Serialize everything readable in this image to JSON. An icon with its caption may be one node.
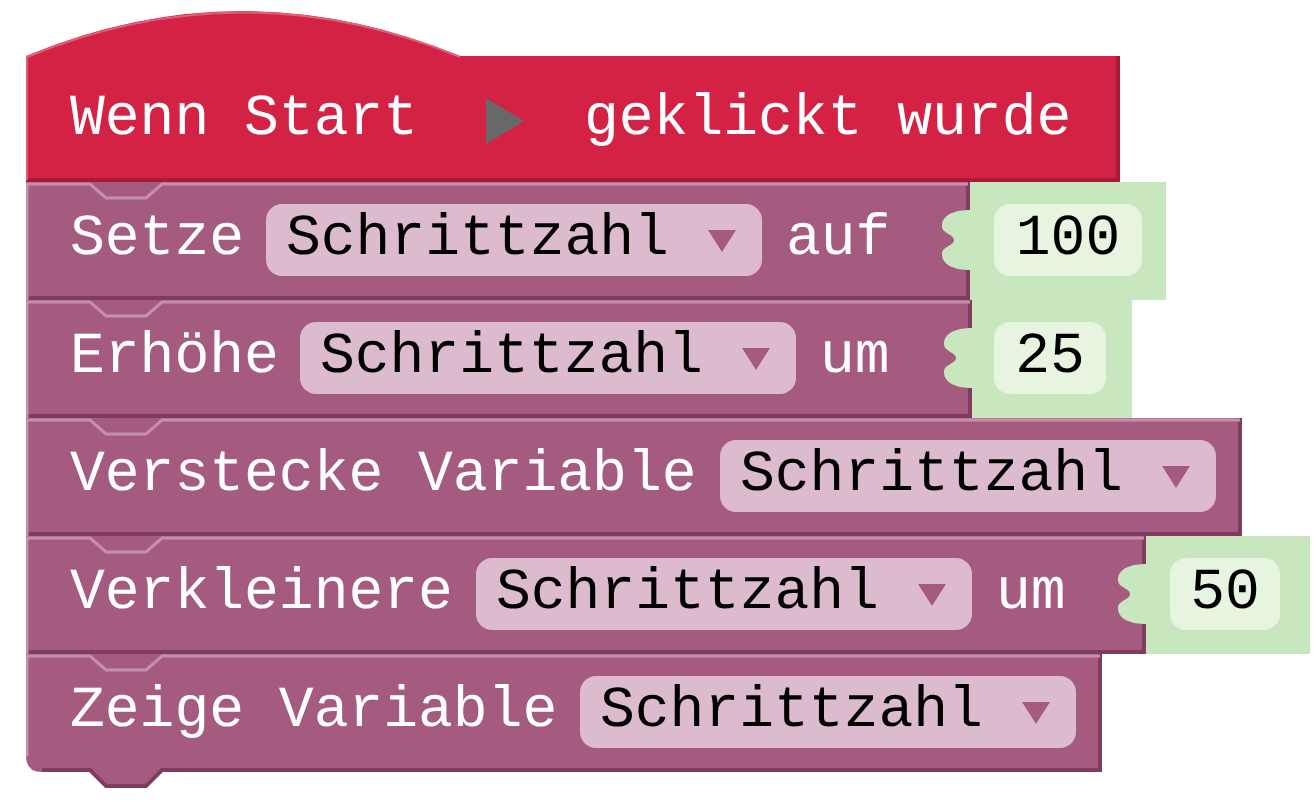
{
  "diagram": {
    "nodes": [
      {
        "text": [
          "Wenn Start",
          "geklickt wurde"
        ]
      },
      {
        "text": [
          "Setze",
          "auf"
        ]
      },
      {
        "text": [
          "Schrittzahl"
        ],
        "in": 1
      },
      {
        "text": [
          "100"
        ]
      },
      {
        "text": [
          "Erhöhe",
          "um"
        ]
      },
      {
        "text": [
          "Schrittzahl"
        ],
        "in": 4
      },
      {
        "text": [
          "25"
        ]
      },
      {
        "text": [
          "Verstecke Variable"
        ]
      },
      {
        "text": [
          "Schrittzahl"
        ],
        "in": 7
      },
      {
        "text": [
          "Verkleinere",
          "um"
        ]
      },
      {
        "text": [
          "Schrittzahl"
        ],
        "in": 9
      },
      {
        "text": [
          "50"
        ]
      },
      {
        "text": [
          "Zeige Variable"
        ]
      },
      {
        "text": [
          "Schrittzahl"
        ],
        "in": 12
      }
    ]
  }
}
